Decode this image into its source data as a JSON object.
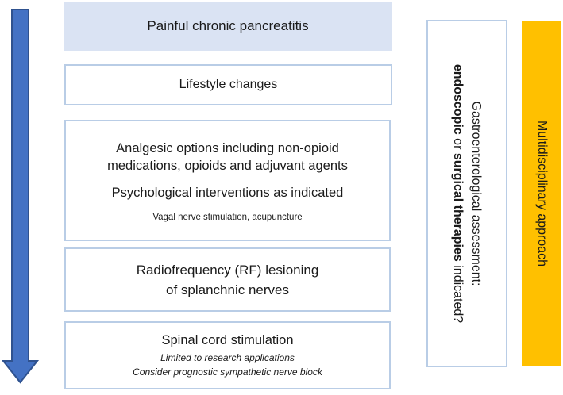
{
  "colors": {
    "arrow_fill": "#4472c4",
    "arrow_stroke": "#2f528f",
    "title_fill": "#dae3f3",
    "box_border": "#b9cde6",
    "multidisciplinary_fill": "#ffc000"
  },
  "title": "Painful chronic pancreatitis",
  "steps": {
    "lifestyle": "Lifestyle changes",
    "analgesic": "Analgesic options including non-opioid medications, opioids and adjuvant agents",
    "psychological": "Psychological interventions as indicated",
    "vagal": "Vagal nerve stimulation, acupuncture",
    "rf_line1": "Radiofrequency (RF) lesioning",
    "rf_line2": "of splanchnic nerves",
    "scs_title": "Spinal cord stimulation",
    "scs_note1": "Limited to research applications",
    "scs_note2": "Consider prognostic sympathetic nerve block"
  },
  "side": {
    "line1": "Gastroenterological assessment:",
    "bold1": "endoscopic",
    "or": " or ",
    "bold2": "surgical therapies",
    "tail": " indicated?"
  },
  "multidisciplinary": "Multidisciplinary approach"
}
